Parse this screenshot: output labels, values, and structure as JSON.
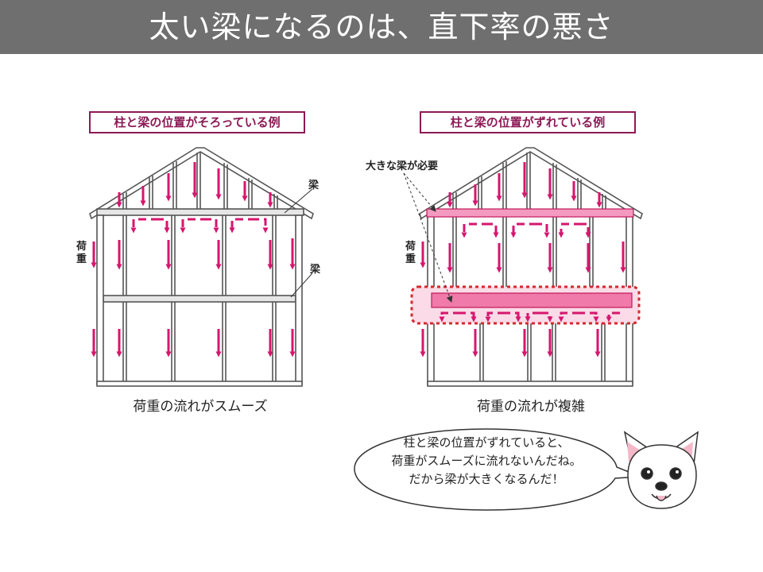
{
  "title": "太い梁になるのは、直下率の悪さ",
  "left_panel": {
    "heading": "柱と梁の位置がそろっている例",
    "beam_label_upper": "梁",
    "beam_label_lower": "梁",
    "load_label": "荷重",
    "caption": "荷重の流れがスムーズ"
  },
  "right_panel": {
    "heading": "柱と梁の位置がずれている例",
    "beam_callout": "大きな梁が必要",
    "load_label": "荷重",
    "caption": "荷重の流れが複雑"
  },
  "speech_bubble": {
    "lines": [
      "柱と梁の位置がずれていると、",
      "荷重がスムーズに流れないんだね。",
      "だから梁が大きくなるんだ！"
    ]
  },
  "colors": {
    "title_bar": "#6f6f6f",
    "heading_border": "#8c1a55",
    "load_arrow": "#d6166e",
    "big_beam_fill": "#f49ac0",
    "highlight_dots": "#d6282d",
    "frame": "#555555"
  }
}
